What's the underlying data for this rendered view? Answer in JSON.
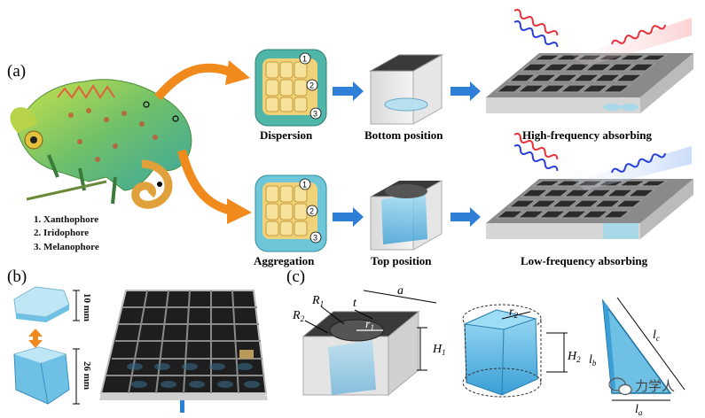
{
  "panels": {
    "a": "(a)",
    "b": "(b)",
    "c": "(c)"
  },
  "chromatophores": [
    "1. Xanthophore",
    "2. Iridophore",
    "3. Melanophore"
  ],
  "cell_markers": [
    "1",
    "2",
    "3"
  ],
  "row1": {
    "cell": "Dispersion",
    "position": "Bottom position",
    "result": "High-frequency absorbing"
  },
  "row2": {
    "cell": "Aggregation",
    "position": "Top position",
    "result": "Low-frequency absorbing"
  },
  "dimensions": {
    "collapsed": "10 mm",
    "expanded": "26 mm"
  },
  "geometry": {
    "R1": "R",
    "R1_sub": "1",
    "R2": "R",
    "R2_sub": "2",
    "t": "t",
    "a": "a",
    "r1": "r",
    "r1_sub": "1",
    "H1": "H",
    "H1_sub": "1",
    "r2": "r",
    "r2_sub": "2",
    "H2": "H",
    "H2_sub": "2",
    "lb": "l",
    "lb_sub": "b",
    "lc": "l",
    "lc_sub": "c",
    "la": "l",
    "la_sub": "a"
  },
  "watermark": "力学人",
  "colors": {
    "arrow_orange": "#f08a1c",
    "arrow_blue": "#2f7fd8",
    "cell_green": "#4fb6a8",
    "wave_red": "#e8303a",
    "wave_blue": "#2a3fd8",
    "film_blue": "#6cc4ea"
  }
}
